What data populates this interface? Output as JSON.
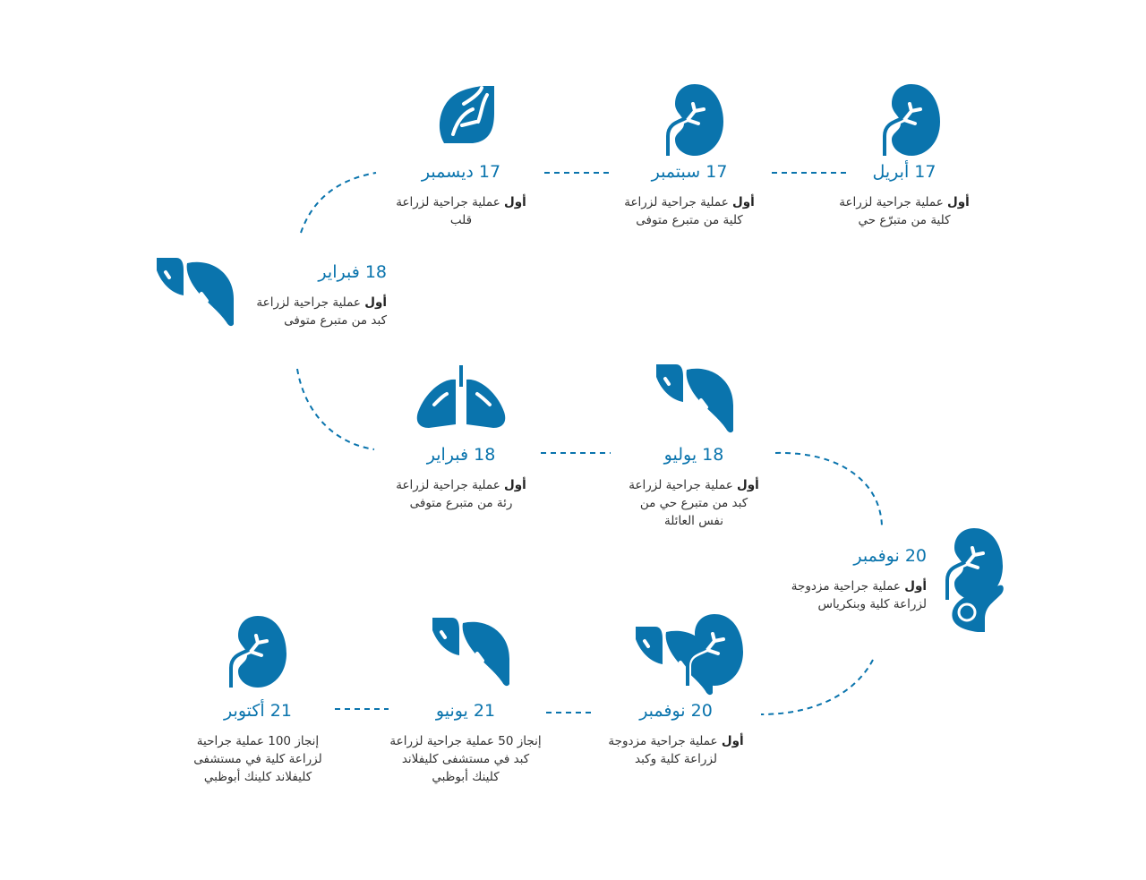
{
  "accent_color": "#0a74ad",
  "milestones": [
    {
      "date": "17 أبريل",
      "bold": "أول",
      "line1": " عملية جراحية لزراعة",
      "line2": "كلية من متبرّع حي",
      "line3": "",
      "icon": "kidney-icon"
    },
    {
      "date": "17 سبتمبر",
      "bold": "أول",
      "line1": " عملية جراحية لزراعة",
      "line2": "كلية من متبرع متوفى",
      "line3": "",
      "icon": "kidney-icon"
    },
    {
      "date": "17 ديسمبر",
      "bold": "أول",
      "line1": " عملية جراحية لزراعة",
      "line2": "قلب",
      "line3": "",
      "icon": "heart-icon"
    },
    {
      "date": "18 فبراير",
      "bold": "أول",
      "line1": " عملية جراحية لزراعة",
      "line2": "كبد من متبرع متوفى",
      "line3": "",
      "icon": "liver-icon"
    },
    {
      "date": "18 فبراير",
      "bold": "أول",
      "line1": " عملية جراحية لزراعة",
      "line2": "رئة من متبرع متوفى",
      "line3": "",
      "icon": "lungs-icon"
    },
    {
      "date": "18 يوليو",
      "bold": "أول",
      "line1": " عملية جراحية لزراعة",
      "line2": "كبد من متبرع حي من",
      "line3": "نفس العائلة",
      "icon": "liver-icon"
    },
    {
      "date": "20 نوفمبر",
      "bold": "أول",
      "line1": " عملية جراحية مزدوجة",
      "line2": "لزراعة كلية وبنكرياس",
      "line3": "",
      "icon": "kidney-pancreas-icon"
    },
    {
      "date": "20 نوفمبر",
      "bold": "أول",
      "line1": " عملية جراحية مزدوجة",
      "line2": "لزراعة كلية وكبد",
      "line3": "",
      "icon": "liver-kidney-icon"
    },
    {
      "date": "21 يونيو",
      "bold": "",
      "line1": "إنجاز 50 عملية جراحية لزراعة",
      "line2": "كبد في مستشفى كليفلاند",
      "line3": "كلينك أبوظبي",
      "icon": "liver-icon"
    },
    {
      "date": "21 أكتوبر",
      "bold": "",
      "line1": "إنجاز 100 عملية جراحية",
      "line2": "لزراعة كلية في مستشفى",
      "line3": "كليفلاند كلينك أبوظبي",
      "icon": "kidney-icon"
    }
  ]
}
